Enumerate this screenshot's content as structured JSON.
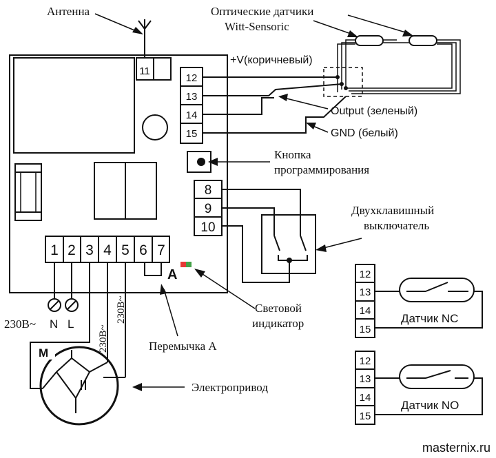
{
  "labels": {
    "antenna": "Антенна",
    "optical_sensors_1": "Оптические датчики",
    "optical_sensors_2": "Witt-Sensoric",
    "plus_v": "+V(коричневый)",
    "output": "Output (зеленый)",
    "gnd": "GND (белый)",
    "prog_button_1": "Кнопка",
    "prog_button_2": "программирования",
    "dual_switch_1": "Двухклавишный",
    "dual_switch_2": "выключатель",
    "light_indicator_1": "Световой",
    "light_indicator_2": "индикатор",
    "jumper": "Перемычка А",
    "drive": "Электропривод",
    "voltage_main": "230В~",
    "n": "N",
    "l": "L",
    "voltage_t4": "230В~",
    "voltage_t5": "230В~",
    "motor": "M",
    "jumper_letter": "A",
    "sensor_nc": "Датчик NC",
    "sensor_no": "Датчик NO",
    "watermark": "masternix.ru"
  },
  "terminals": {
    "t11": "11",
    "top_block": [
      "12",
      "13",
      "14",
      "15"
    ],
    "switch_block": [
      "8",
      "9",
      "10"
    ],
    "bottom_block": [
      "1",
      "2",
      "3",
      "4",
      "5",
      "6",
      "7"
    ],
    "nc_block": [
      "12",
      "13",
      "14",
      "15"
    ],
    "no_block": [
      "12",
      "13",
      "14",
      "15"
    ]
  },
  "colors": {
    "line": "#111111",
    "led_red": "#e53935",
    "led_green": "#43a047"
  }
}
